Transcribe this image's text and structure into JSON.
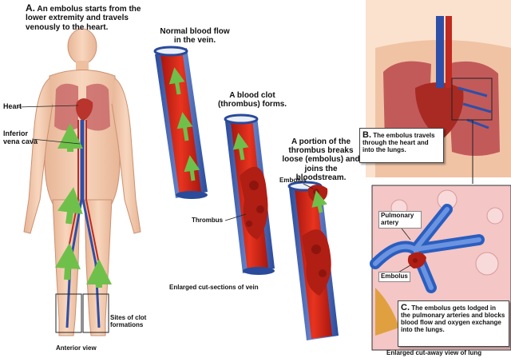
{
  "panel_a": {
    "letter": "A.",
    "text": "An embolus starts from the lower extremity and travels venously to the heart.",
    "label_heart": "Heart",
    "label_ivc": "Inferior vena cava",
    "label_sites": "Sites of clot formations",
    "caption": "Anterior view"
  },
  "vein_sections": {
    "title_normal": "Normal blood flow in the vein.",
    "title_clot": "A blood clot (thrombus) forms.",
    "title_embolus": "A portion of the thrombus breaks loose (embolus) and joins the bloodstream.",
    "label_thrombus": "Thrombus",
    "label_embolus": "Embolus",
    "caption": "Enlarged cut-sections of vein"
  },
  "panel_b": {
    "letter": "B.",
    "text": "The embolus travels through the heart and into the lungs."
  },
  "panel_c": {
    "letter": "C.",
    "text": "The embolus gets lodged in the pulmonary arteries and blocks blood flow and oxygen exchange into the lungs.",
    "label_artery": "Pulmonary artery",
    "label_embolus": "Embolus",
    "caption": "Enlarged cut-away view of lung"
  },
  "colors": {
    "skin": "#f1c7a8",
    "vein_wall": "#3c5fb0",
    "blood": "#d8231a",
    "clot": "#b01e14",
    "arrow": "#6fc04a",
    "lung_tissue": "#f4c6c6"
  }
}
